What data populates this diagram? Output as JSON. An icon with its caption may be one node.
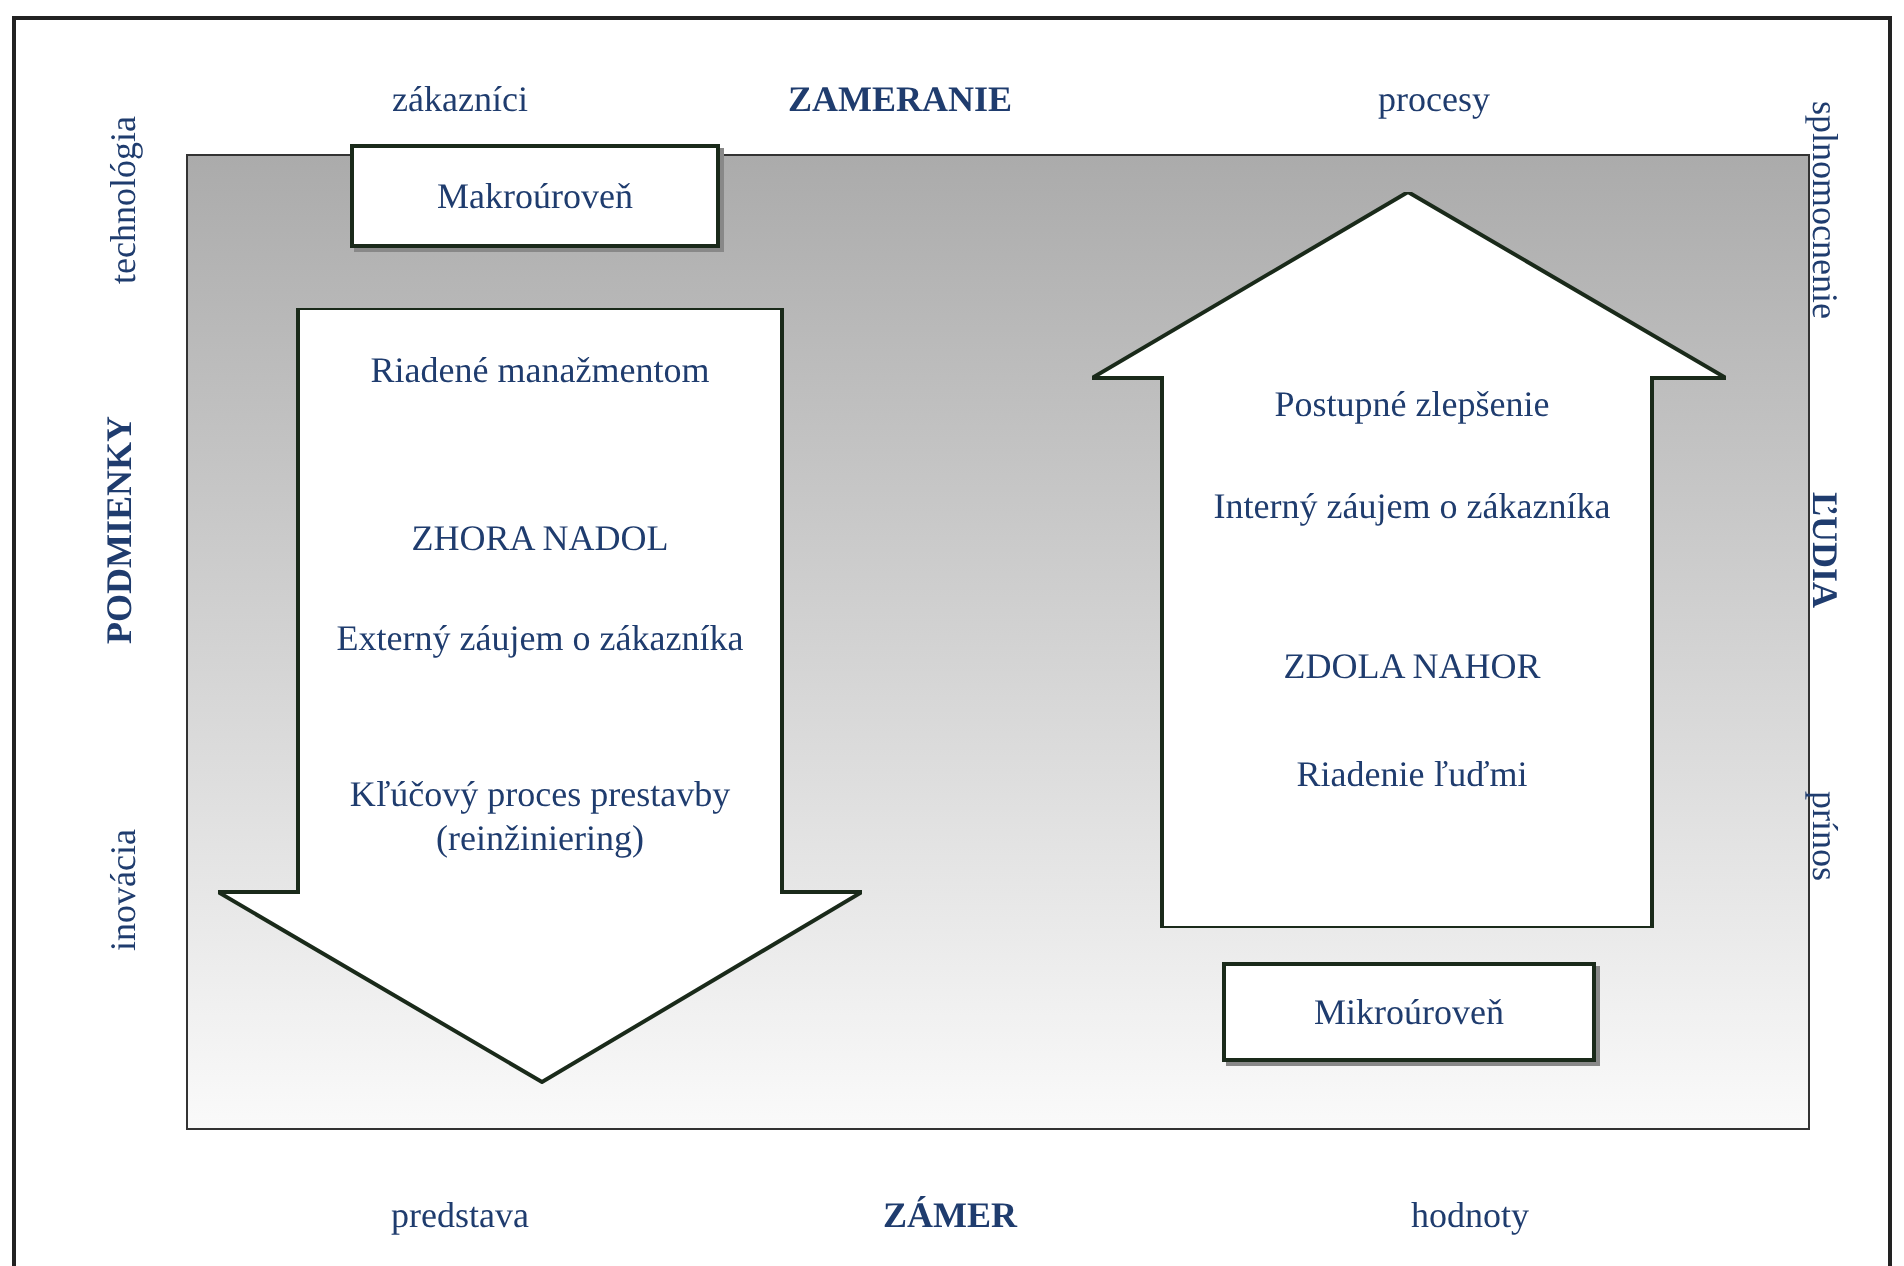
{
  "diagram": {
    "nodes": [
      {
        "text": [],
        "shape": "box"
      },
      {
        "text": [
          "Riadené manažmentom",
          "ZHORA NADOL",
          "Externý záujem o zákazníka",
          "Kľúčový proces prestavby (reinžiniering)"
        ],
        "in": 0
      },
      {
        "text": [
          "Postupné zlepšenie",
          "Interný záujem o zákazníka",
          "ZDOLA NAHOR",
          "Riadenie ľuďmi"
        ],
        "in": 0
      },
      {
        "text": [
          "Makroúroveň"
        ]
      },
      {
        "text": [
          "Mikroúroveň"
        ],
        "in": 0
      }
    ],
    "edges": [],
    "labels": [
      "zákazníci",
      "ZAMERANIE",
      "procesy",
      "technológia",
      "PODMIENKY",
      "inovácia",
      "splnomocnenie",
      "ĽUDIA",
      "prínos",
      "predstava",
      "ZÁMER",
      "hodnoty"
    ]
  }
}
